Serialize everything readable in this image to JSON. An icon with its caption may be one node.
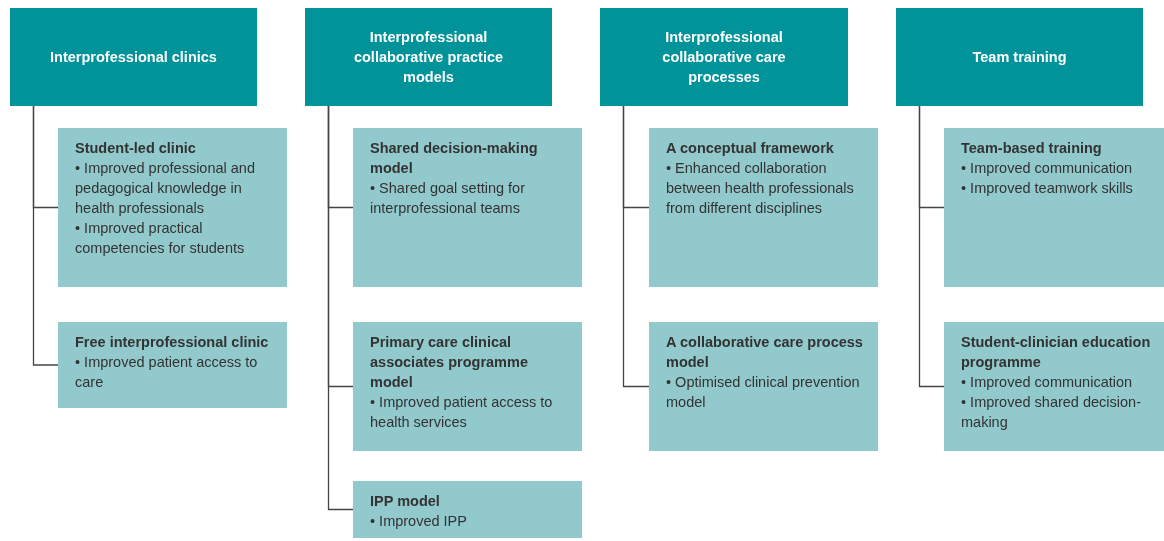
{
  "diagram": {
    "nodes": [
      {
        "text": [
          "Interprofessional clinics"
        ]
      },
      {
        "text": [
          "Student-led clinic",
          "• Improved professional and pedagogical knowledge in health professionals",
          "• Improved practical competencies for students"
        ]
      },
      {
        "text": [
          "Free interprofessional clinic",
          "• Improved patient access to care"
        ]
      },
      {
        "text": [
          "Interprofessional collaborative practice models"
        ]
      },
      {
        "text": [
          "Shared decision-making model",
          "• Shared goal setting for interprofessional teams"
        ]
      },
      {
        "text": [
          "Primary care clinical associates programme model",
          "• Improved patient access to health services"
        ]
      },
      {
        "text": [
          "IPP model",
          "• Improved IPP"
        ]
      },
      {
        "text": [
          "Interprofessional collaborative care processes"
        ]
      },
      {
        "text": [
          "A conceptual framework",
          "• Enhanced collaboration between health professionals from different disciplines"
        ]
      },
      {
        "text": [
          "A collaborative care process model",
          "• Optimised clinical prevention model"
        ]
      },
      {
        "text": [
          "Team training"
        ]
      },
      {
        "text": [
          "Team-based training",
          "• Improved communication",
          "• Improved teamwork skills"
        ]
      },
      {
        "text": [
          "Student-clinician education programme",
          "• Improved communication",
          "• Improved shared decision-making"
        ]
      }
    ],
    "edges": [
      {
        "from": 0,
        "to": 1,
        "arrow": "none"
      },
      {
        "from": 0,
        "to": 2,
        "arrow": "none"
      },
      {
        "from": 3,
        "to": 4,
        "arrow": "none"
      },
      {
        "from": 3,
        "to": 5,
        "arrow": "none"
      },
      {
        "from": 3,
        "to": 6,
        "arrow": "none"
      },
      {
        "from": 7,
        "to": 8,
        "arrow": "none"
      },
      {
        "from": 7,
        "to": 9,
        "arrow": "none"
      },
      {
        "from": 10,
        "to": 11,
        "arrow": "none"
      },
      {
        "from": 10,
        "to": 12,
        "arrow": "none"
      }
    ]
  }
}
